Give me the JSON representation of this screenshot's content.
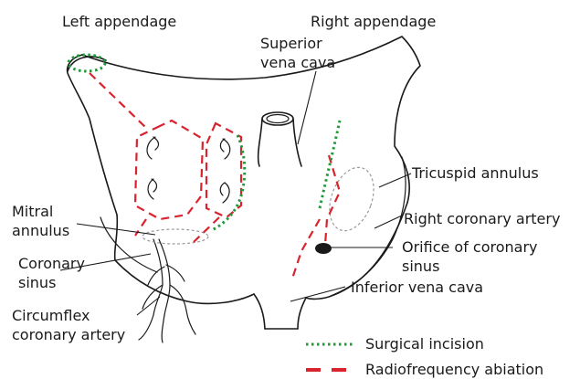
{
  "diagram": {
    "labels": {
      "left_appendage": "Left appendage",
      "right_appendage": "Right appendage",
      "svc_line1": "Superior",
      "svc_line2": "vena cava",
      "tricuspid_annulus": "Tricuspid annulus",
      "right_coronary_artery": "Right coronary artery",
      "orifice_line1": "Orifice of coronary",
      "orifice_line2": "sinus",
      "mitral_line1": "Mitral",
      "mitral_line2": "annulus",
      "coronary_sinus_line1": "Coronary",
      "coronary_sinus_line2": "sinus",
      "circumflex_line1": "Circumflex",
      "circumflex_line2": "coronary artery",
      "ivc": "Inferior vena cava"
    },
    "legend": {
      "surgical_incision": "Surgical incision",
      "radiofrequency_ablation": "Radiofrequency abiation"
    },
    "colors": {
      "outline": "#1a1a1a",
      "surgical_incision": "#1f9a3a",
      "radiofrequency_ablation": "#d9232e",
      "annulus": "#9a9a9a"
    }
  }
}
